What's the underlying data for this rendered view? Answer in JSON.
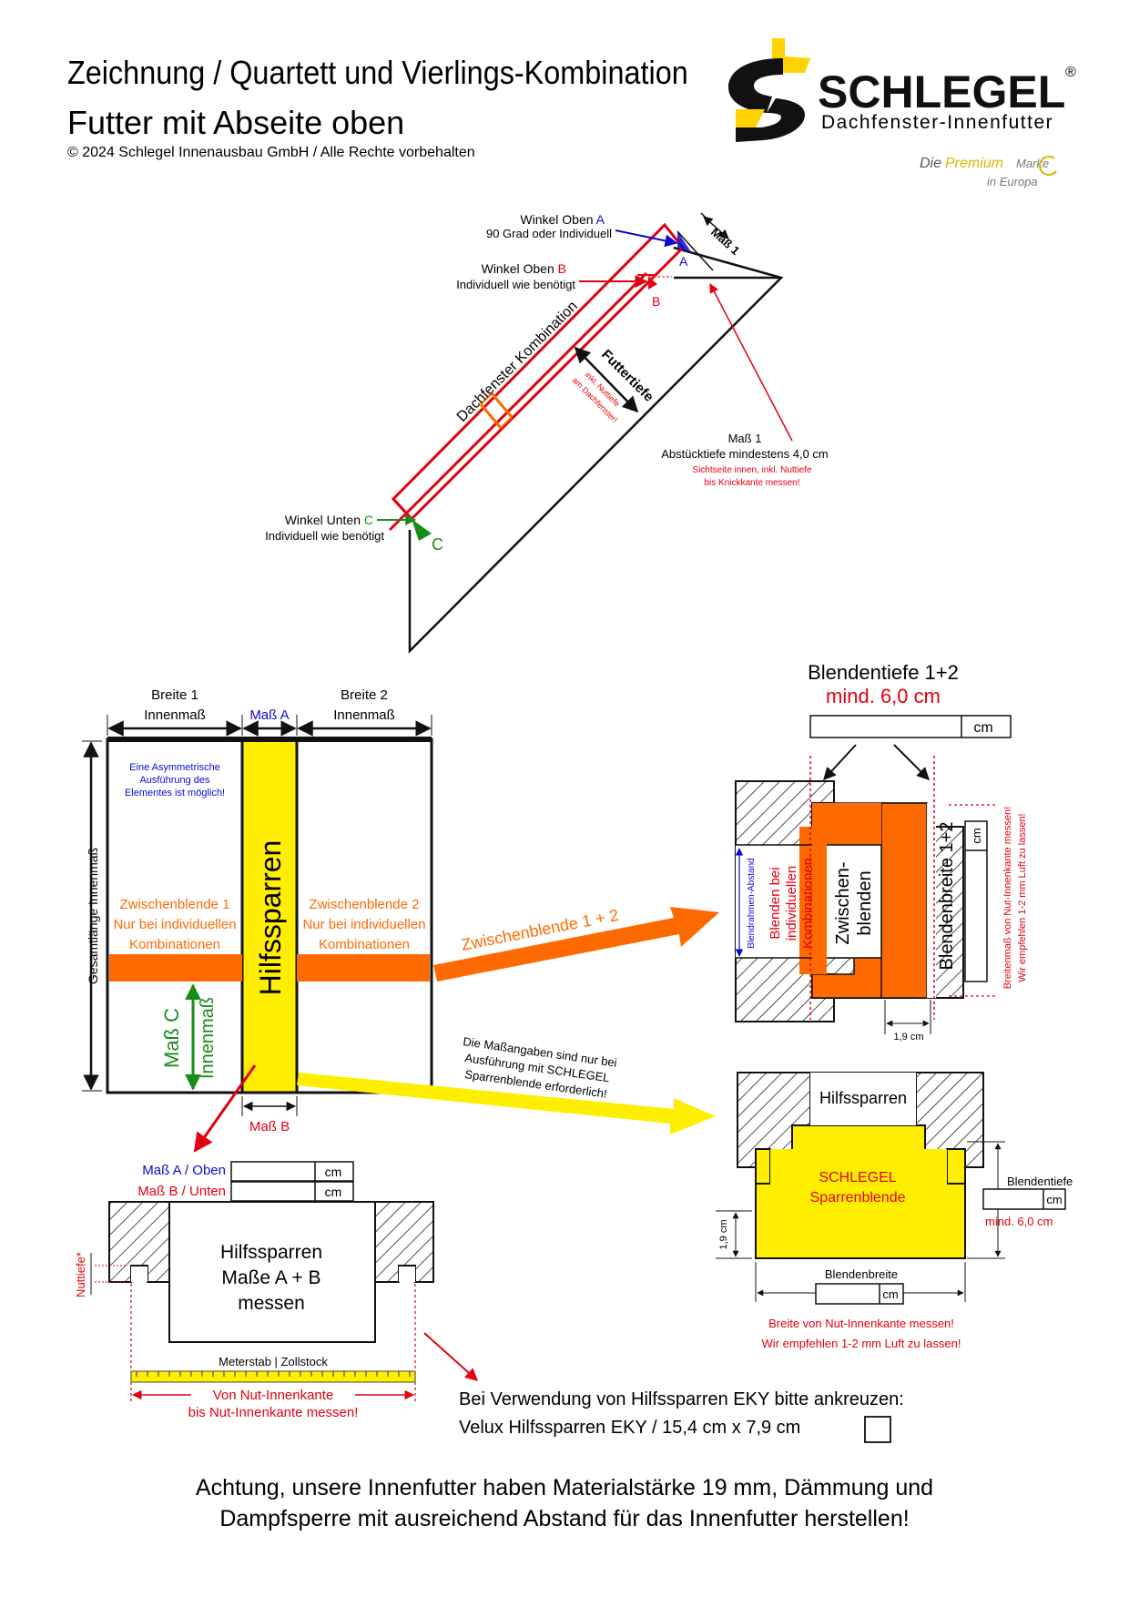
{
  "header": {
    "title_line1": "Zeichnung / Quartett und Vierlings-Kombination",
    "title_line2": "Futter mit Abseite oben",
    "copyright": "© 2024 Schlegel Innenausbau GmbH / Alle Rechte vorbehalten"
  },
  "logo": {
    "brand": "SCHLEGEL",
    "registered": "®",
    "subtitle": "Dachfenster-Innenfutter",
    "tagline_a": "Die",
    "tagline_b": "Premium",
    "tagline_c": "Marke",
    "tagline_d": "in Europa"
  },
  "top_diagram": {
    "winkel_oben_a_title": "Winkel Oben",
    "winkel_oben_a_letter": "A",
    "winkel_oben_a_desc": "90 Grad oder Individuell",
    "winkel_oben_b_title": "Winkel Oben",
    "winkel_oben_b_letter": "B",
    "winkel_oben_b_desc": "Individuell wie benötigt",
    "winkel_unten_c_title": "Winkel Unten",
    "winkel_unten_c_letter": "C",
    "winkel_unten_c_desc": "Individuell wie benötigt",
    "mass1_label": "Maß 1",
    "dachfenster_label": "Dachfenster Kombination",
    "futtertiefe_label": "Futtertiefe",
    "futtertiefe_note1": "inkl. Nuttiefe",
    "futtertiefe_note2": "am Dachfenster!",
    "mass1_title": "Maß 1",
    "mass1_desc": "Abstücktiefe mindestens 4,0 cm",
    "mass1_note1": "Sichtseite innen, inkl. Nuttiefe",
    "mass1_note2": "bis Knickkante messen!",
    "letter_a": "A",
    "letter_b": "B",
    "letter_c": "C"
  },
  "layout_diagram": {
    "breite1_line1": "Breite 1",
    "breite1_line2": "Innenmaß",
    "mass_a": "Maß A",
    "breite2_line1": "Breite 2",
    "breite2_line2": "Innenmaß",
    "gesamtlaenge": "Gesamtlänge Innenmaß",
    "asym_line1": "Eine Asymmetrische",
    "asym_line2": "Ausführung des",
    "asym_line3": "Elementes ist möglich!",
    "zb1_line1": "Zwischenblende 1",
    "zb1_line2": "Nur bei individuellen",
    "zb1_line3": "Kombinationen",
    "zb2_line1": "Zwischenblende 2",
    "zb2_line2": "Nur bei individuellen",
    "zb2_line3": "Kombinationen",
    "hilfssparren": "Hilfssparren",
    "mass_c": "Maß C",
    "innenmass": "Innenmaß",
    "mass_b": "Maß B",
    "zb_arrow_label": "Zwischenblende 1 + 2",
    "note_line1": "Die Maßangaben sind nur bei",
    "note_line2": "Ausführung mit SCHLEGEL",
    "note_line3": "Sparrenblende erforderlich!"
  },
  "blenden_detail": {
    "title": "Blendentiefe 1+2",
    "min": "mind. 6,0 cm",
    "unit": "cm",
    "abstand": "Blendrahmen-Abstand",
    "blenden_line1": "Blenden bei",
    "blenden_line2": "individuellen",
    "blenden_line3": "Kombinationen",
    "zwischen_line1": "Zwischen-",
    "zwischen_line2": "blenden",
    "blendenbreite": "Blendenbreite 1+2",
    "unit_small": "cm",
    "breite_note1": "Breitenmaß von Nut-Innenkante messen!",
    "breite_note2": "Wir empfehlen 1-2 mm Luft zu lassen!",
    "dim": "1,9 cm"
  },
  "sparren_detail": {
    "hilfssparren": "Hilfssparren",
    "schlegel": "SCHLEGEL",
    "sparrenblende": "Sparrenblende",
    "blendentiefe": "Blendentiefe",
    "unit": "cm",
    "min": "mind. 6,0 cm",
    "dim": "1,9 cm",
    "blendenbreite": "Blendenbreite",
    "unit2": "cm",
    "note1": "Breite von Nut-Innenkante messen!",
    "note2": "Wir empfehlen 1-2 mm Luft zu lassen!"
  },
  "hilfs_measure": {
    "mass_a_oben": "Maß A / Oben",
    "mass_b_unten": "Maß B / Unten",
    "unit_a": "cm",
    "unit_b": "cm",
    "nuttiefe": "Nuttiefe*",
    "center_line1": "Hilfssparren",
    "center_line2": "Maße A + B",
    "center_line3": "messen",
    "meterstab": "Meterstab | Zollstock",
    "von_line1": "Von Nut-Innenkante",
    "von_line2": "bis Nut-Innenkante messen!"
  },
  "eky": {
    "line1": "Bei Verwendung von Hilfssparren EKY bitte ankreuzen:",
    "line2": "Velux Hilfssparren EKY / 15,4 cm x 7,9 cm"
  },
  "footer": {
    "line1": "Achtung, unsere Innenfutter haben Materialstärke 19 mm, Dämmung und",
    "line2": "Dampfsperre mit ausreichend Abstand für das Innenfutter herstellen!"
  },
  "colors": {
    "red": "#e3000f",
    "orange": "#ff6a00",
    "yellow": "#ffee00",
    "blue": "#0a0ad0",
    "green": "#1a8c1a"
  }
}
